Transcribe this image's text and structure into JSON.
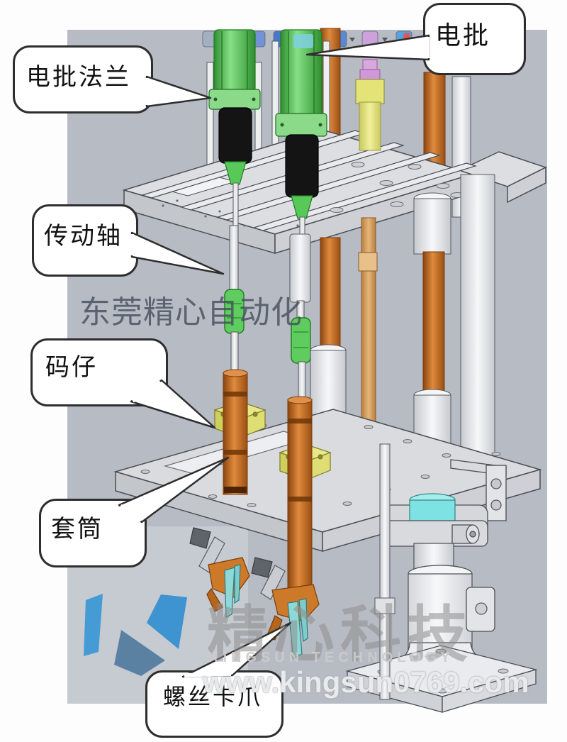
{
  "callouts": {
    "screwdriver_flange": {
      "label": "电批法兰"
    },
    "screwdriver": {
      "label": "电批"
    },
    "drive_shaft": {
      "label": "传动轴"
    },
    "clamp_block": {
      "label": "码仔"
    },
    "sleeve": {
      "label": "套筒"
    },
    "screw_claw": {
      "label": "螺丝卡爪"
    }
  },
  "watermarks": {
    "center_text": "东莞精心自动化",
    "brand_cn": "精心科技",
    "brand_en": "KINGSUN TECHNOLOGY",
    "website": "www.kingsun0769.com"
  },
  "logo": {
    "name": "kingsun-k-logo",
    "colors": {
      "light_blue": "#459bd4",
      "mid_blue": "#3e93d1",
      "slate_blue": "#557c9f"
    }
  },
  "colors": {
    "viewport_bg": "#b7bbc4",
    "page_bg": "#ffffff",
    "screwdriver_green": "#58c858",
    "rod_orange": "#c96a1f",
    "cylinder_yellow": "#e9e98a",
    "cap_purple": "#d9a8dc",
    "clamp_yellow": "#d9d96a",
    "cyan_part": "#82e3e3",
    "claw_teal": "#8fd8d8",
    "plate_gray": "#dcdee2",
    "watermark_gray": "#9a9a9a",
    "callout_border": "#2e2e2e"
  }
}
